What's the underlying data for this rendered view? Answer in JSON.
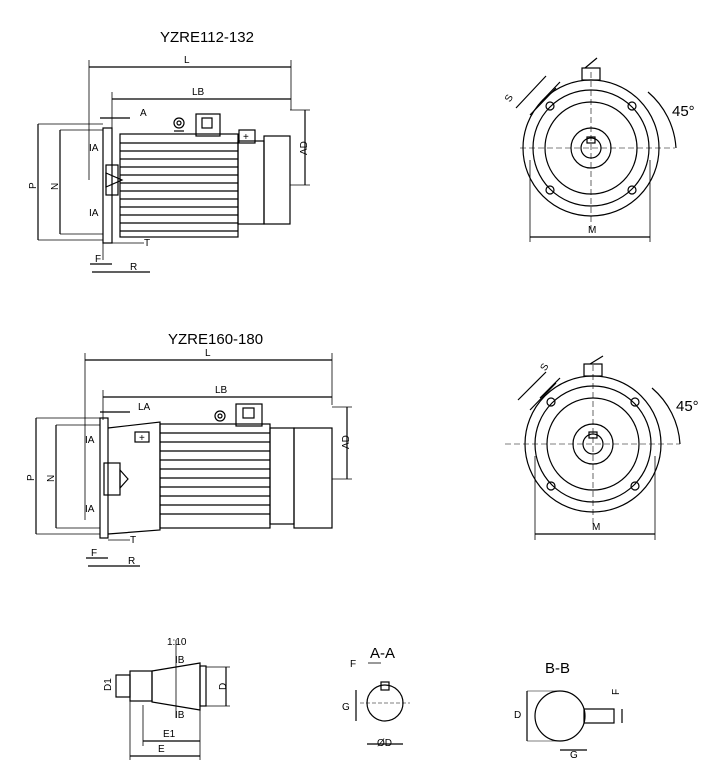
{
  "titles": {
    "top": "YZRE112-132",
    "middle": "YZRE160-180",
    "section_aa": "A-A",
    "section_bb": "B-B"
  },
  "labels": {
    "L": "L",
    "LB": "LB",
    "LA": "LA",
    "A": "A",
    "AD": "AD",
    "P": "P",
    "N": "N",
    "IA": "IA",
    "T": "T",
    "F": "F",
    "R": "R",
    "S": "S",
    "M": "M",
    "angle": "45°",
    "taper": "1:10",
    "IB": "IB",
    "D": "D",
    "D1": "D1",
    "E1": "E1",
    "E": "E",
    "G": "G",
    "phiD": "ØD"
  }
}
